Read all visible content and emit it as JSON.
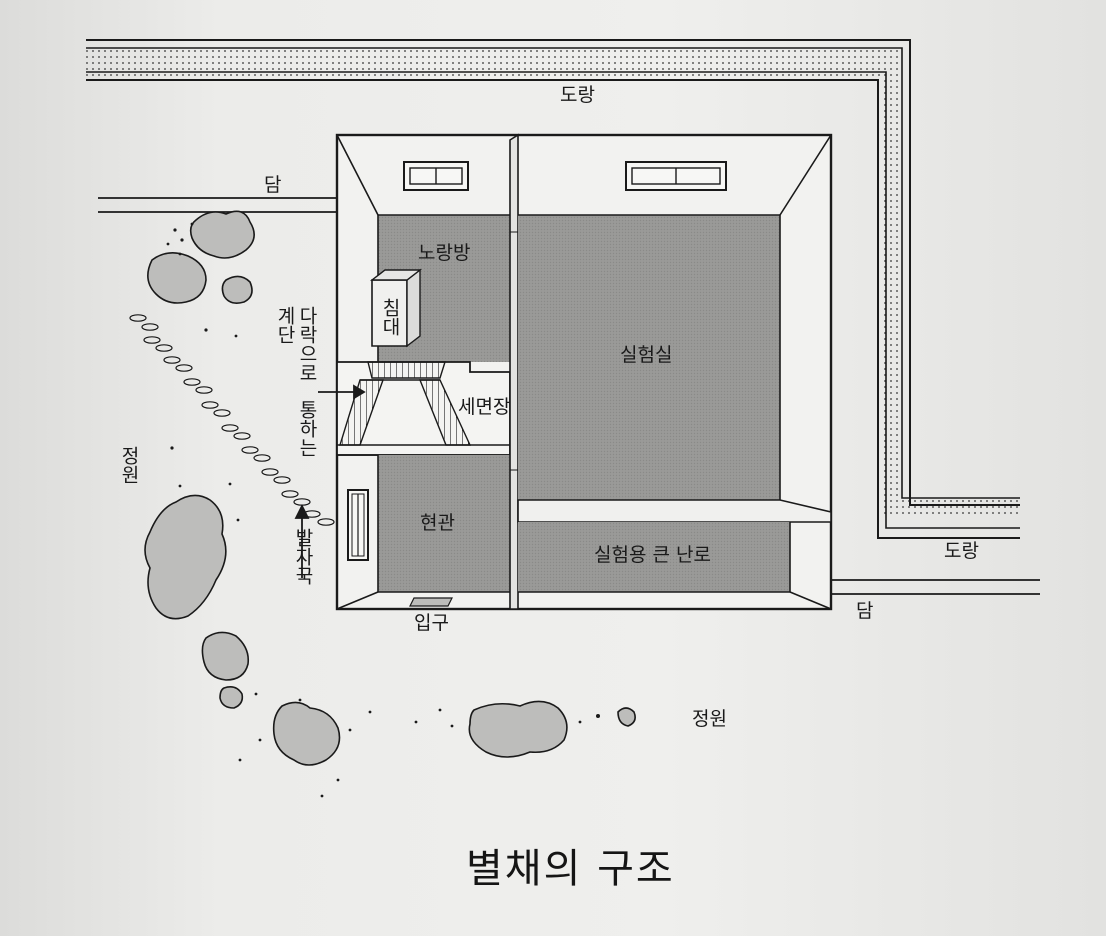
{
  "diagram": {
    "caption": "별채의 구조",
    "labels": {
      "corridor_top": "도랑",
      "corridor_right": "도랑",
      "wall_left": "담",
      "wall_right": "담",
      "garden_left": "정원",
      "garden_bottom": "정원",
      "hallway_room": "노랑방",
      "bed": "침대",
      "lab": "실험실",
      "washroom": "세면장",
      "entrance_hall": "현관",
      "lab_furnace": "실험용 큰 난로",
      "entrance": "입구",
      "stairs_note_1": "다락으로",
      "stairs_note_2": "통하는",
      "stairs_note_3": "계단",
      "footprints": "발자국"
    }
  }
}
